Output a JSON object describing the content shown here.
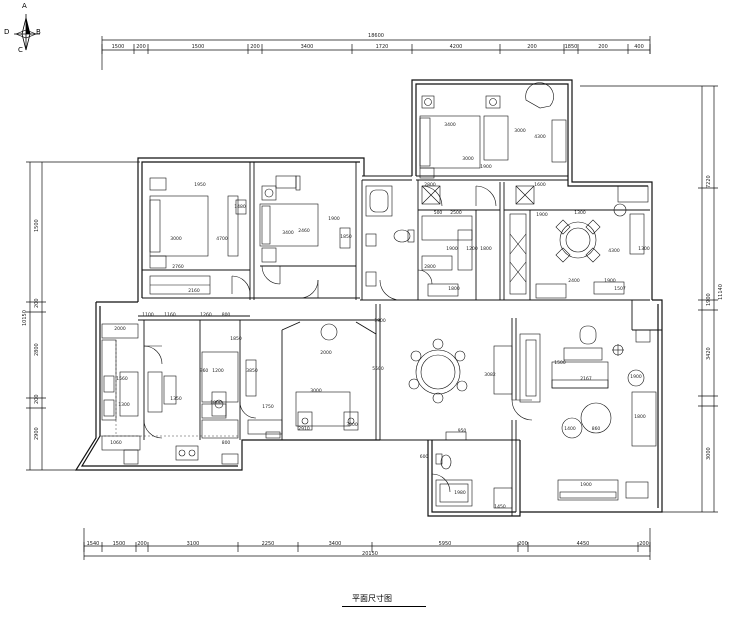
{
  "compass": {
    "a": "A",
    "b": "B",
    "c": "C",
    "d": "D"
  },
  "drawing_title": "平面尺寸图",
  "dims_top": {
    "total": "18600",
    "segments": [
      "1500",
      "200",
      "1500",
      "200",
      "3400",
      "1720",
      "4200",
      "200",
      "1850",
      "200",
      "400"
    ]
  },
  "dims_bottom": {
    "total": "20150",
    "segments": [
      "1540",
      "1500",
      "200",
      "3100",
      "2250",
      "3400",
      "5950",
      "200",
      "4450",
      "200"
    ]
  },
  "dims_left": [
    "1500",
    "200",
    "2800",
    "200",
    "2900",
    "10150"
  ],
  "dims_right": [
    "7220",
    "11140",
    "1900",
    "3420",
    "3000"
  ],
  "room_dims": [
    "1950",
    "1480",
    "3000",
    "4700",
    "2760",
    "2160",
    "3400",
    "2460",
    "1900",
    "1850",
    "3400",
    "3000",
    "4300",
    "3000",
    "1900",
    "500",
    "2500",
    "1900",
    "1200",
    "1800",
    "2800",
    "1800",
    "1900",
    "1300",
    "2400",
    "1900",
    "2800",
    "1600",
    "4300",
    "1300",
    "2000",
    "1100",
    "1160",
    "1260",
    "800",
    "1850",
    "960",
    "1200",
    "1560",
    "1300",
    "1350",
    "1060",
    "1800",
    "800",
    "3000",
    "3850",
    "1750",
    "2910",
    "3000",
    "5500",
    "1900",
    "2000",
    "3082",
    "1500",
    "2167",
    "1507",
    "1900",
    "1800",
    "1400",
    "860",
    "950",
    "600",
    "1900",
    "1450",
    "1980"
  ]
}
